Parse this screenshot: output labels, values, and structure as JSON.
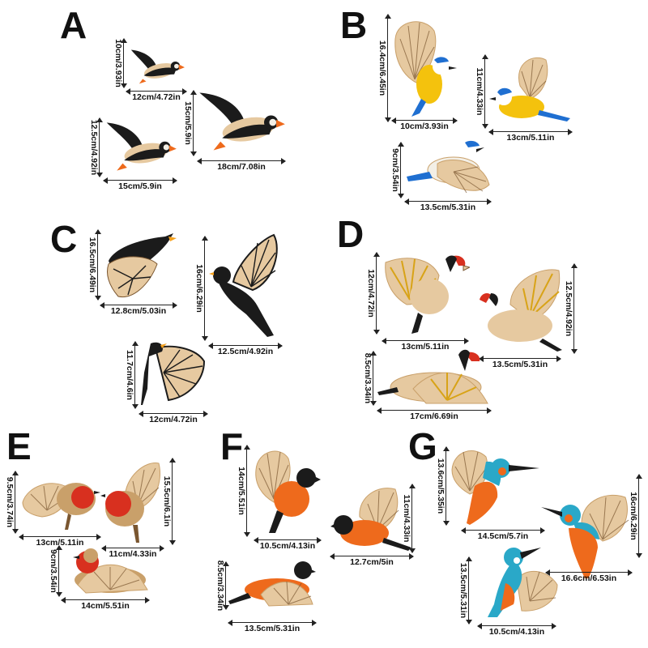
{
  "groups": [
    {
      "letter": "A",
      "items": [
        {
          "width": "12cm/4.72in",
          "height": "10cm/3.93in",
          "icon": "puffin-icon"
        },
        {
          "width": "15cm/5.9in",
          "height": "12.5cm/4.92in",
          "icon": "puffin-icon"
        },
        {
          "width": "18cm/7.08in",
          "height": "15cm/5.9in",
          "icon": "puffin-icon"
        }
      ]
    },
    {
      "letter": "B",
      "items": [
        {
          "width": "10cm/3.93in",
          "height": "16.4cm/6.45in",
          "icon": "blue-tit-icon"
        },
        {
          "width": "13cm/5.11in",
          "height": "11cm/4.33in",
          "icon": "blue-tit-icon"
        },
        {
          "width": "13.5cm/5.31in",
          "height": "9cm/3.54in",
          "icon": "blue-tit-icon"
        }
      ]
    },
    {
      "letter": "C",
      "items": [
        {
          "width": "12.8cm/5.03in",
          "height": "16.5cm/6.49in",
          "icon": "blackbird-icon"
        },
        {
          "width": "12.5cm/4.92in",
          "height": "16cm/6.29in",
          "icon": "blackbird-icon"
        },
        {
          "width": "12cm/4.72in",
          "height": "11.7cm/4.6in",
          "icon": "blackbird-icon"
        }
      ]
    },
    {
      "letter": "D",
      "items": [
        {
          "width": "13cm/5.11in",
          "height": "12cm/4.72in",
          "icon": "goldfinch-icon"
        },
        {
          "width": "13.5cm/5.31in",
          "height": "12.5cm/4.92in",
          "icon": "goldfinch-icon"
        },
        {
          "width": "17cm/6.69in",
          "height": "8.5cm/3.34in",
          "icon": "goldfinch-icon"
        }
      ]
    },
    {
      "letter": "E",
      "items": [
        {
          "width": "13cm/5.11in",
          "height": "9.5cm/3.74in",
          "icon": "robin-icon"
        },
        {
          "width": "11cm/4.33in",
          "height": "15.5cm/6.1in",
          "icon": "robin-icon"
        },
        {
          "width": "14cm/5.51in",
          "height": "9cm/3.54in",
          "icon": "robin-icon"
        }
      ]
    },
    {
      "letter": "F",
      "items": [
        {
          "width": "10.5cm/4.13in",
          "height": "14cm/5.51in",
          "icon": "bullfinch-icon"
        },
        {
          "width": "12.7cm/5in",
          "height": "11cm/4.33in",
          "icon": "bullfinch-icon"
        },
        {
          "width": "13.5cm/5.31in",
          "height": "8.5cm/3.34in",
          "icon": "bullfinch-icon"
        }
      ]
    },
    {
      "letter": "G",
      "items": [
        {
          "width": "14.5cm/5.7in",
          "height": "13.6cm/5.35in",
          "icon": "kingfisher-icon"
        },
        {
          "width": "16.6cm/6.53in",
          "height": "16cm/6.29in",
          "icon": "kingfisher-icon"
        },
        {
          "width": "10.5cm/4.13in",
          "height": "13.5cm/5.31in",
          "icon": "kingfisher-icon"
        }
      ]
    }
  ],
  "colors": {
    "wood": "#e6c9a0",
    "wood_dark": "#c9a06a",
    "black": "#1b1b1b",
    "blue": "#1f6fd1",
    "yellow": "#f4c20d",
    "red": "#d8301f",
    "orange": "#ee6a1c",
    "teal": "#2aa8c8",
    "pattern": "#7a5630"
  }
}
